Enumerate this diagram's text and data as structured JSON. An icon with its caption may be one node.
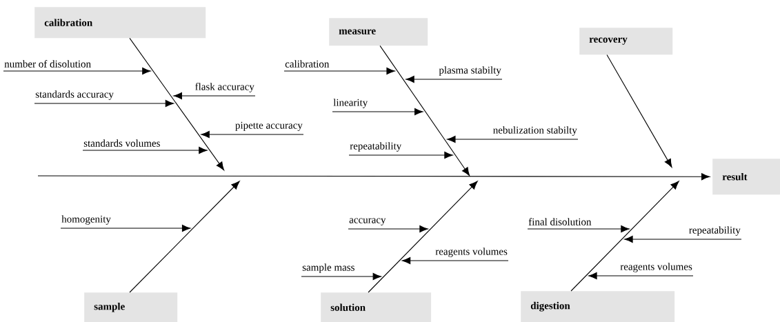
{
  "diagram": {
    "nodes": [
      {
        "text": [
          "calibration"
        ]
      },
      {
        "text": [
          "number of disolution"
        ]
      },
      {
        "text": [
          "flask accuracy"
        ]
      },
      {
        "text": [
          "standards accuracy"
        ]
      },
      {
        "text": [
          "pipette accuracy"
        ]
      },
      {
        "text": [
          "standards volumes"
        ]
      },
      {
        "text": [
          "measure"
        ]
      },
      {
        "text": [
          "calibration"
        ]
      },
      {
        "text": [
          "plasma stabilty"
        ]
      },
      {
        "text": [
          "linearity"
        ]
      },
      {
        "text": [
          "nebulization stabilty"
        ]
      },
      {
        "text": [
          "repeatability"
        ]
      },
      {
        "text": [
          "recovery"
        ]
      },
      {
        "text": [
          "result"
        ]
      },
      {
        "text": [
          "sample"
        ]
      },
      {
        "text": [
          "homogenity"
        ]
      },
      {
        "text": [
          "solution"
        ]
      },
      {
        "text": [
          "accuracy"
        ]
      },
      {
        "text": [
          "reagents volumes"
        ]
      },
      {
        "text": [
          "sample mass"
        ]
      },
      {
        "text": [
          "digestion"
        ]
      },
      {
        "text": [
          "final disolution"
        ]
      },
      {
        "text": [
          "repeatability"
        ]
      },
      {
        "text": [
          "reagents volumes"
        ]
      }
    ],
    "edges": [
      {
        "from": null,
        "to": 13,
        "arrow": "to"
      },
      {
        "from": 0,
        "to": null,
        "arrow": "to"
      },
      {
        "from": 6,
        "to": null,
        "arrow": "to"
      },
      {
        "from": 12,
        "to": null,
        "arrow": "to"
      },
      {
        "from": 14,
        "to": null,
        "arrow": "to"
      },
      {
        "from": 16,
        "to": null,
        "arrow": "to"
      },
      {
        "from": 20,
        "to": null,
        "arrow": "to"
      },
      {
        "from": 1,
        "to": null,
        "arrow": "to"
      },
      {
        "from": 2,
        "to": null,
        "arrow": "to"
      },
      {
        "from": 3,
        "to": null,
        "arrow": "to"
      },
      {
        "from": 4,
        "to": null,
        "arrow": "to"
      },
      {
        "from": 5,
        "to": null,
        "arrow": "to"
      },
      {
        "from": 7,
        "to": null,
        "arrow": "to"
      },
      {
        "from": 8,
        "to": null,
        "arrow": "to"
      },
      {
        "from": 9,
        "to": null,
        "arrow": "to"
      },
      {
        "from": 10,
        "to": null,
        "arrow": "to"
      },
      {
        "from": 11,
        "to": null,
        "arrow": "to"
      },
      {
        "from": 15,
        "to": null,
        "arrow": "to"
      },
      {
        "from": 17,
        "to": null,
        "arrow": "to"
      },
      {
        "from": 18,
        "to": null,
        "arrow": "to"
      },
      {
        "from": 19,
        "to": null,
        "arrow": "to"
      },
      {
        "from": 21,
        "to": null,
        "arrow": "to"
      },
      {
        "from": 22,
        "to": null,
        "arrow": "to"
      },
      {
        "from": 23,
        "to": null,
        "arrow": "to"
      }
    ]
  }
}
